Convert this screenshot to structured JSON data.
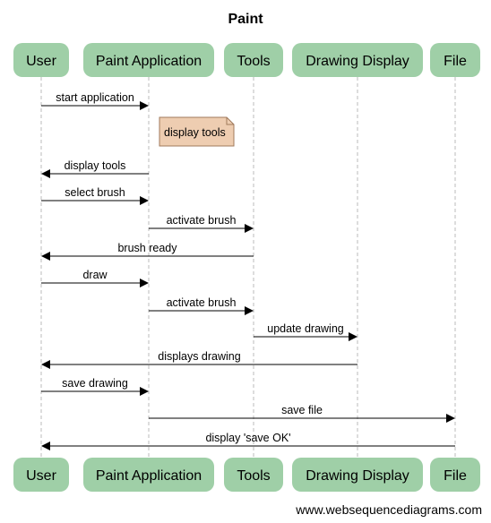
{
  "title": "Paint",
  "colors": {
    "actor_fill": "#9fcfa7",
    "note_fill": "#eecdb1",
    "note_stroke": "#a07a5c",
    "lifeline": "#bbbbbb",
    "arrow": "#000000"
  },
  "actors": [
    {
      "id": "user",
      "label": "User"
    },
    {
      "id": "paint",
      "label": "Paint Application"
    },
    {
      "id": "tools",
      "label": "Tools"
    },
    {
      "id": "display",
      "label": "Drawing Display"
    },
    {
      "id": "file",
      "label": "File"
    }
  ],
  "note": {
    "over": "paint",
    "text": "display tools"
  },
  "messages": [
    {
      "from": "user",
      "to": "paint",
      "label": "start application"
    },
    {
      "from": "paint",
      "to": "user",
      "label": "display tools"
    },
    {
      "from": "user",
      "to": "paint",
      "label": "select brush"
    },
    {
      "from": "paint",
      "to": "tools",
      "label": "activate brush"
    },
    {
      "from": "tools",
      "to": "user",
      "label": "brush ready"
    },
    {
      "from": "user",
      "to": "paint",
      "label": "draw"
    },
    {
      "from": "paint",
      "to": "tools",
      "label": "activate brush"
    },
    {
      "from": "tools",
      "to": "display",
      "label": "update drawing"
    },
    {
      "from": "display",
      "to": "user",
      "label": "displays drawing"
    },
    {
      "from": "user",
      "to": "paint",
      "label": "save drawing"
    },
    {
      "from": "paint",
      "to": "file",
      "label": "save file"
    },
    {
      "from": "file",
      "to": "user",
      "label": "display 'save OK'"
    }
  ],
  "footer": "www.websequencediagrams.com"
}
